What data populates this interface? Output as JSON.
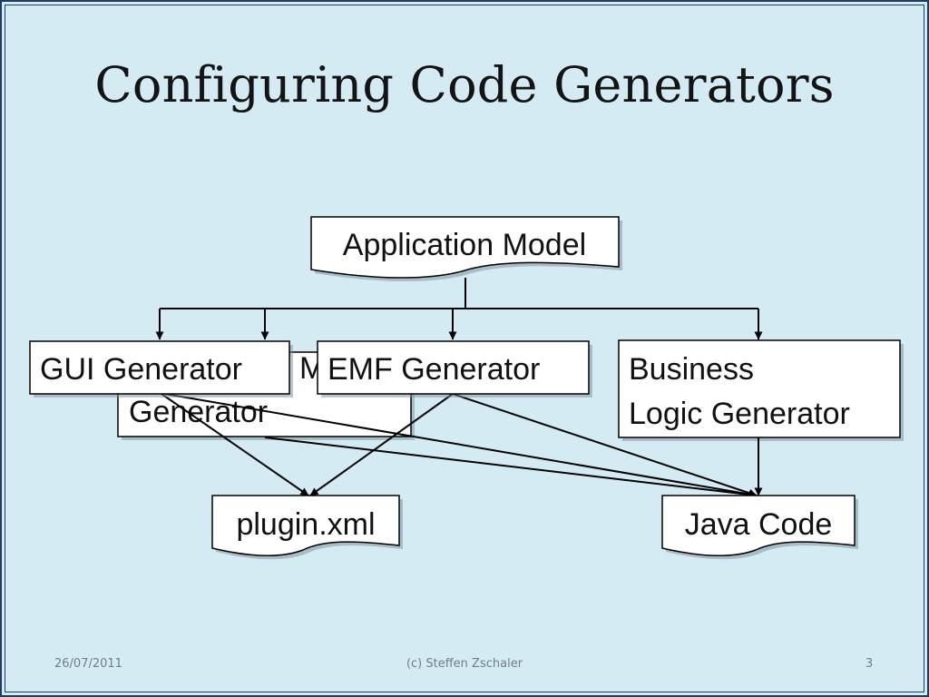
{
  "slide": {
    "title": "Configuring Code Generators",
    "footer": {
      "date": "26/07/2011",
      "author": "(c) Steffen Zschaler",
      "page": "3"
    }
  },
  "diagram": {
    "nodes": {
      "application_model": {
        "lines": [
          "Application Model"
        ],
        "shape": "document"
      },
      "gui_generator": {
        "lines": [
          "GUI Generator"
        ],
        "shape": "box"
      },
      "hidden_generator": {
        "lines": [
          "M",
          "Generator"
        ],
        "shape": "box"
      },
      "emf_generator": {
        "lines": [
          "EMF Generator"
        ],
        "shape": "box"
      },
      "business_logic_generator": {
        "lines": [
          "Business",
          "Logic Generator"
        ],
        "shape": "box"
      },
      "plugin_xml": {
        "lines": [
          "plugin.xml"
        ],
        "shape": "document"
      },
      "java_code": {
        "lines": [
          "Java Code"
        ],
        "shape": "document"
      }
    },
    "edges": [
      {
        "from": "application_model",
        "to": "gui_generator"
      },
      {
        "from": "application_model",
        "to": "hidden_generator"
      },
      {
        "from": "application_model",
        "to": "emf_generator"
      },
      {
        "from": "application_model",
        "to": "business_logic_generator"
      },
      {
        "from": "gui_generator",
        "to": "plugin_xml"
      },
      {
        "from": "gui_generator",
        "to": "java_code"
      },
      {
        "from": "hidden_generator",
        "to": "java_code"
      },
      {
        "from": "emf_generator",
        "to": "plugin_xml"
      },
      {
        "from": "emf_generator",
        "to": "java_code"
      },
      {
        "from": "business_logic_generator",
        "to": "java_code"
      }
    ],
    "colors": {
      "box_fill": "#ffffff",
      "stroke": "#000000",
      "shadow": "#7a8f99"
    }
  }
}
